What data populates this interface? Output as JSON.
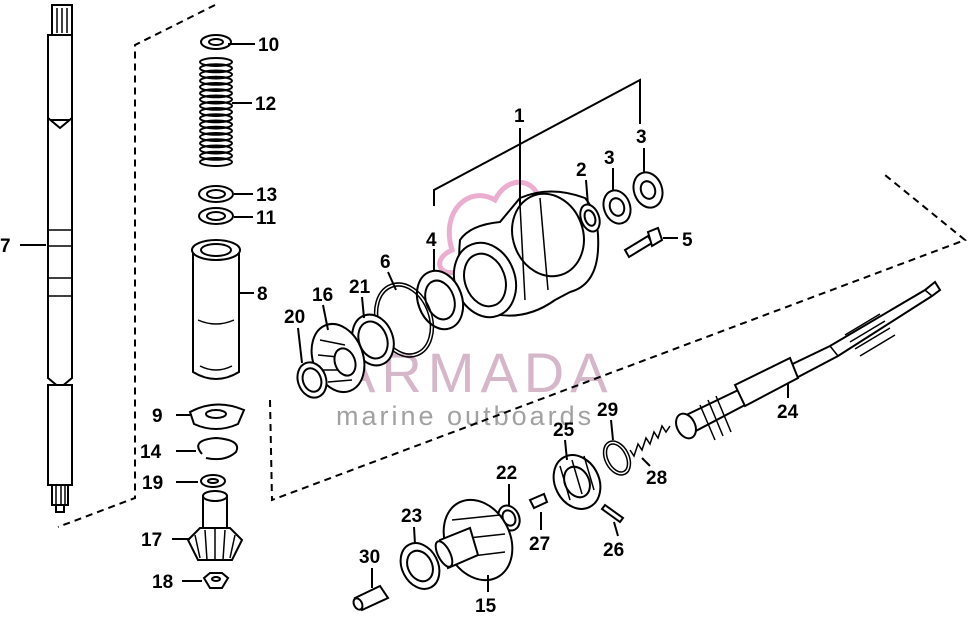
{
  "watermark": {
    "brand": "ARMADA",
    "tagline": "marine outboards",
    "brand_color": "#c8a0b8",
    "tagline_color": "#8a8a8a",
    "logo_color": "#e8a0c8"
  },
  "callouts": {
    "c1": "1",
    "c2": "2",
    "c3a": "3",
    "c3b": "3",
    "c4": "4",
    "c5": "5",
    "c6": "6",
    "c7": "7",
    "c8": "8",
    "c9": "9",
    "c10": "10",
    "c11": "11",
    "c12": "12",
    "c13": "13",
    "c14": "14",
    "c15": "15",
    "c16": "16",
    "c17": "17",
    "c18": "18",
    "c19": "19",
    "c20": "20",
    "c21": "21",
    "c22": "22",
    "c23": "23",
    "c24": "24",
    "c25": "25",
    "c26": "26",
    "c27": "27",
    "c28": "28",
    "c29": "29",
    "c30": "30"
  }
}
